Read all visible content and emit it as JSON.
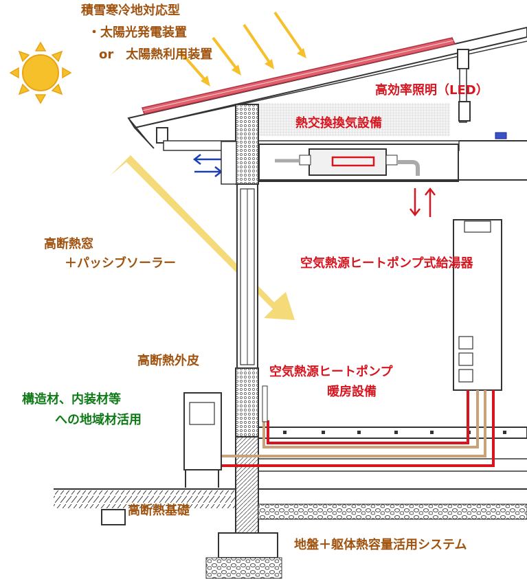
{
  "labels": {
    "snow_cold": "積雪寒冷地対応型",
    "solar_pv": "・太陽光発電装置",
    "solar_thermal": "or　太陽熱利用装置",
    "led": "高効率照明（LED）",
    "heat_exchange_vent": "熱交換換気設備",
    "high_insulation_window": "高断熱窓",
    "passive_solar": "＋パッシブソーラー",
    "heatpump_water_heater": "空気熱源ヒートポンプ式給湯器",
    "high_insulation_envelope": "高断熱外皮",
    "heatpump_heating_1": "空気熱源ヒートポンプ",
    "heatpump_heating_2": "暖房設備",
    "local_material_1": "構造材、内装材等",
    "local_material_2": "への地域材活用",
    "high_insulation_foundation": "高断熱基礎",
    "ground_thermal_mass": "地盤＋躯体熱容量活用システム"
  },
  "colors": {
    "brown_text": "#a0520f",
    "red_text": "#d8141e",
    "green_text": "#0e7a16",
    "sun": "#f6c02a",
    "sunbeam": "#f4d66a",
    "solar_panel": "#e0606e",
    "duct_blue": "#1a3fb5",
    "pipe_red": "#d8141e",
    "pipe_tan": "#c9a27a"
  }
}
